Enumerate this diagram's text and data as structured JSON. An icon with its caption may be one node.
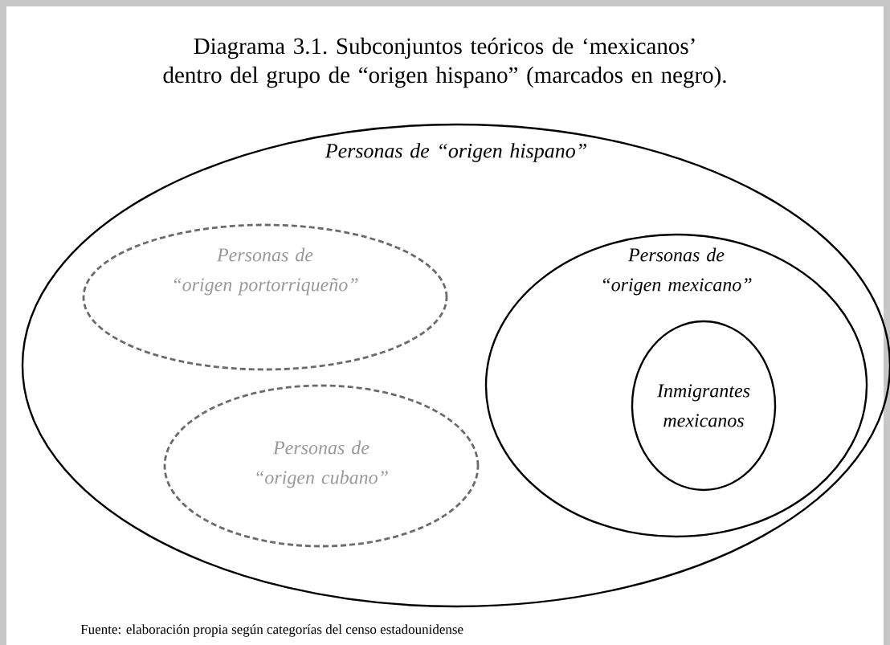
{
  "diagram": {
    "title": "Diagrama 3.1. Subconjuntos teóricos de ‘mexicanos’ dentro del grupo de “origen hispano” (marcados en negro).",
    "caption": "Fuente: elaboración propia según categorías del censo estadounidense",
    "nodes": [
      {
        "text": [
          "Personas de “origen hispano”"
        ]
      },
      {
        "text": [
          "Personas de “origen portorriqueño”"
        ],
        "in": 0
      },
      {
        "text": [
          "Personas de “origen cubano”"
        ],
        "in": 0
      },
      {
        "text": [
          "Personas de “origen mexicano”"
        ],
        "in": 0
      },
      {
        "text": [
          "Inmigrantes mexicanos"
        ],
        "in": 3
      }
    ]
  }
}
